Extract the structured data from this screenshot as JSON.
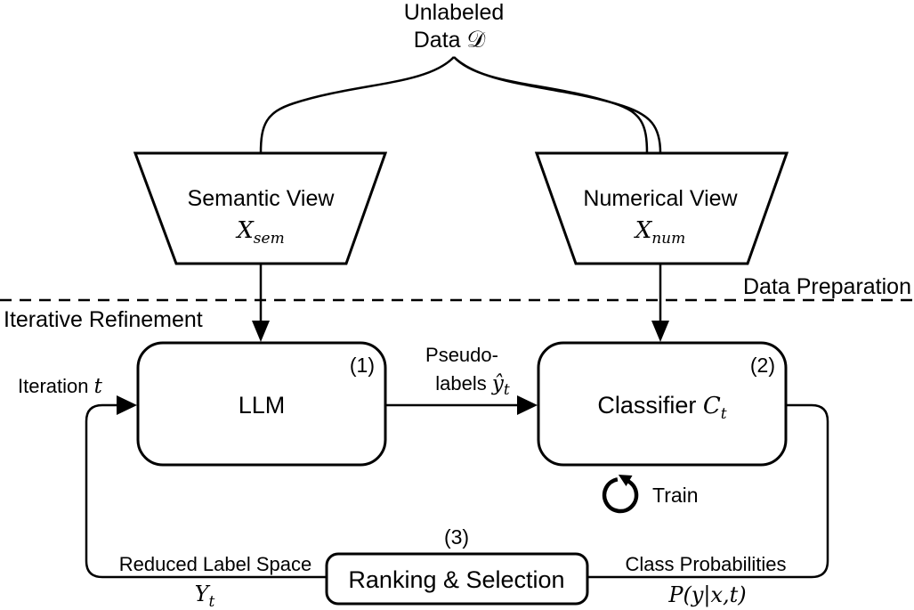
{
  "colors": {
    "stroke": "#000000",
    "background": "#ffffff"
  },
  "header": {
    "line1": "Unlabeled",
    "line2_text": "Data ",
    "line2_symbol": "𝒟"
  },
  "phases": {
    "top_label": "Data Preparation",
    "bottom_label": "Iterative Refinement"
  },
  "views": {
    "semantic": {
      "title": "Semantic View",
      "var_base": "X",
      "var_sub": "sem"
    },
    "numerical": {
      "title": "Numerical View",
      "var_base": "X",
      "var_sub": "num"
    }
  },
  "nodes": {
    "llm": {
      "step": "(1)",
      "label": "LLM"
    },
    "classifier": {
      "step": "(2)",
      "label_text": "Classifier ",
      "var_base": "C",
      "var_sub": "t"
    },
    "ranking": {
      "step": "(3)",
      "label": "Ranking & Selection"
    }
  },
  "edges": {
    "iteration": {
      "text": "Iteration ",
      "var": "t"
    },
    "pseudo_labels": {
      "line1": "Pseudo-",
      "line2_text": "labels ",
      "var_base": "ŷ",
      "var_sub": "t"
    },
    "train": {
      "label": "Train"
    },
    "reduced_label_space": {
      "label": "Reduced Label Space",
      "var_base": "Y",
      "var_sub": "t"
    },
    "class_probabilities": {
      "label": "Class Probabilities",
      "formula": "P(y|x,t)"
    }
  }
}
